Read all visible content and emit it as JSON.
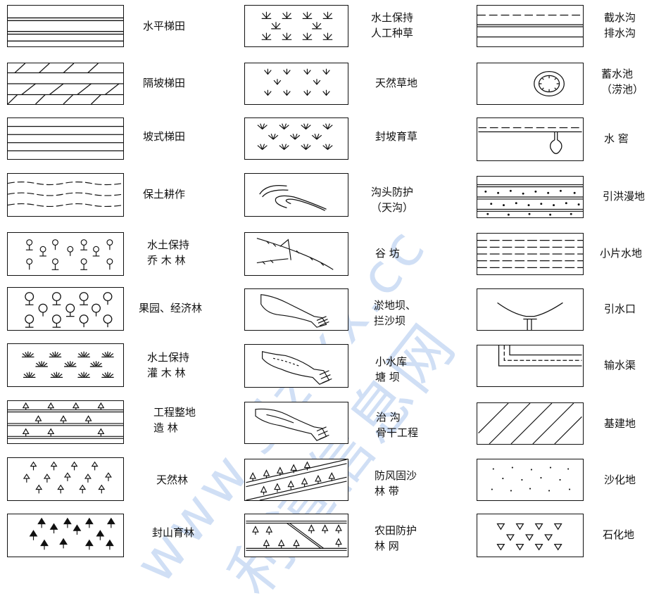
{
  "legend": {
    "col1": [
      {
        "lines": [
          "水平梯田"
        ]
      },
      {
        "lines": [
          "隔坡梯田"
        ]
      },
      {
        "lines": [
          "坡式梯田"
        ]
      },
      {
        "lines": [
          "保土耕作"
        ]
      },
      {
        "lines": [
          "水土保持",
          "乔 木 林"
        ]
      },
      {
        "lines": [
          "果园、经济林"
        ]
      },
      {
        "lines": [
          "水土保持",
          "灌 木 林"
        ]
      },
      {
        "lines": [
          "工程整地",
          "造    林"
        ]
      },
      {
        "lines": [
          "天然林"
        ]
      },
      {
        "lines": [
          "封山育林"
        ]
      }
    ],
    "col2": [
      {
        "lines": [
          "水土保持",
          "人工种草"
        ]
      },
      {
        "lines": [
          "天然草地"
        ]
      },
      {
        "lines": [
          "封坡育草"
        ]
      },
      {
        "lines": [
          "沟头防护",
          "（天沟）"
        ]
      },
      {
        "lines": [
          "谷    坊"
        ]
      },
      {
        "lines": [
          "淤地坝、",
          "拦沙坝"
        ]
      },
      {
        "lines": [
          "小水库",
          "塘    坝"
        ]
      },
      {
        "lines": [
          "治    沟",
          "骨干工程"
        ]
      },
      {
        "lines": [
          "防风固沙",
          "林    带"
        ]
      },
      {
        "lines": [
          "农田防护",
          "林    网"
        ]
      }
    ],
    "col3": [
      {
        "lines": [
          "截水沟",
          "排水沟"
        ]
      },
      {
        "lines": [
          "蓄水池",
          "（涝池）"
        ]
      },
      {
        "lines": [
          "水    窖"
        ]
      },
      {
        "lines": [
          "引洪漫地"
        ]
      },
      {
        "lines": [
          "小片水地"
        ]
      },
      {
        "lines": [
          "引水口"
        ]
      },
      {
        "lines": [
          "输水渠"
        ]
      },
      {
        "lines": [
          "基建地"
        ]
      },
      {
        "lines": [
          "沙化地"
        ]
      },
      {
        "lines": [
          "石化地"
        ]
      }
    ]
  },
  "watermark": {
    "text_1": "www.sizixx.cc",
    "text_2": "利道信息网",
    "color": "#568cdc"
  }
}
